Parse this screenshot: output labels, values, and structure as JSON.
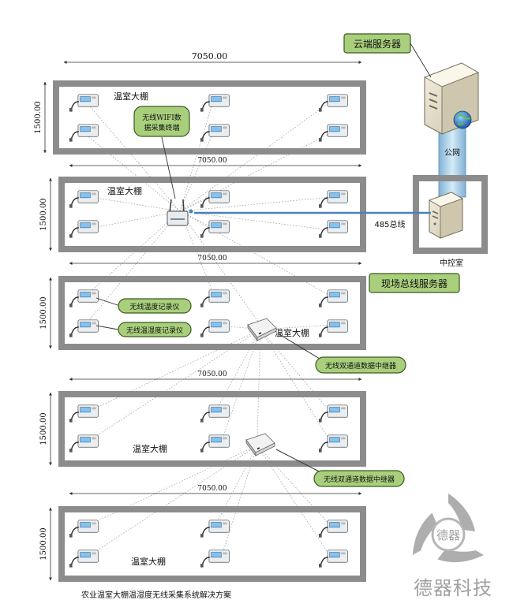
{
  "greenhouses": {
    "width_label": "7050.00",
    "height_label": "1500.00",
    "name": "温室大棚"
  },
  "callouts": {
    "wifi_terminal": "无线WIFI数据采集终端",
    "temp_recorder": "无线温度记录仪",
    "temp_humidity_recorder": "无线温湿度记录仪",
    "repeater": "无线双通道数据中继器"
  },
  "cloud_server": "云端服务器",
  "public_network": "公网",
  "bus_485": "485总线",
  "control_room": "中控室",
  "site_server": "现场总线服务器",
  "caption": "农业温室大棚温湿度无线采集系统解决方案",
  "brand": {
    "name": "德器科技",
    "logo_text": "德器"
  },
  "colors": {
    "wall": "#8c8c8c",
    "callout_fill": "#a9cf7c",
    "callout_stroke": "#3a5a1e",
    "bus_line": "#4a7fc1",
    "pipe": "#a9cde6"
  }
}
